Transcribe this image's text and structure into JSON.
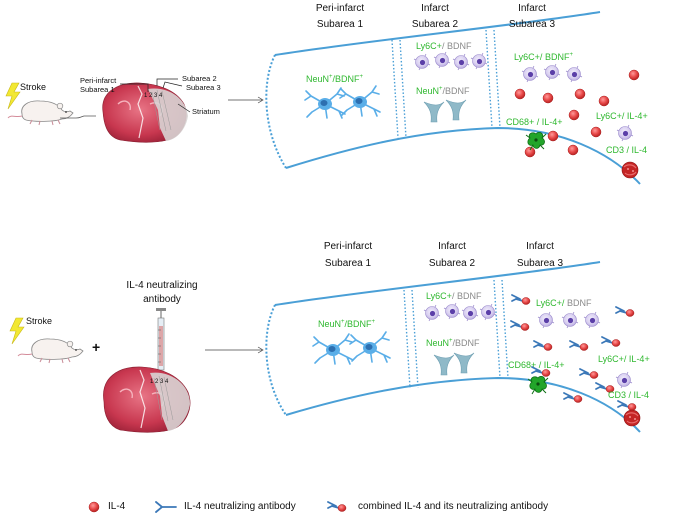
{
  "top": {
    "stroke_label": "Stroke",
    "brain_labels": {
      "peri_infarct": "Peri-infarct",
      "subarea1": "Subarea 1",
      "subarea2": "Subarea 2",
      "subarea3": "Subarea 3",
      "striatum": "Striatum",
      "numbers": "1 2 3 4"
    },
    "headers": [
      {
        "line1": "Peri-infarct",
        "line2": "Subarea 1"
      },
      {
        "line1": "Infarct",
        "line2": "Subarea 2"
      },
      {
        "line1": "Infarct",
        "line2": "Subarea 3"
      }
    ],
    "neun_main": "NeuN",
    "neun_sup": "+",
    "bdnf": "/BDNF",
    "bdnf_sup": "+",
    "ly6c_bdnf_a": "Ly6C+",
    "ly6c_bdnf_b": "/ BDNF",
    "neun_gray": "NeuN",
    "neun_gray_sup": "+",
    "neun_gray_b": "/BDNF",
    "ly6c_bdnf3_a": "Ly6C+/",
    "ly6c_bdnf3_b": "BDNF",
    "ly6c_bdnf3_sup": "+",
    "cd68_il4": "CD68+ / IL-4+",
    "ly6c_il4": "Ly6C+/ IL-4+",
    "cd3_il4": "CD3 / IL-4"
  },
  "bottom": {
    "stroke_label": "Stroke",
    "plus": "+",
    "antibody_line1": "IL-4 neutralizing",
    "antibody_line2": "antibody",
    "numbers": "1 2 3 4",
    "headers": [
      {
        "line1": "Peri-infarct",
        "line2": "Subarea 1"
      },
      {
        "line1": "Infarct",
        "line2": "Subarea 2"
      },
      {
        "line1": "Infarct",
        "line2": "Subarea 3"
      }
    ],
    "neun_main": "NeuN",
    "neun_sup": "+",
    "bdnf": "/BDNF",
    "bdnf_sup": "+",
    "ly6c_bdnf_a": "Ly6C+",
    "ly6c_bdnf_b": "/ BDNF",
    "neun_gray": "NeuN",
    "neun_gray_sup": "+",
    "neun_gray_b": "/BDNF",
    "ly6c_bdnf3_a": "Ly6C+/",
    "ly6c_bdnf3_b": "BDNF",
    "cd68_il4": "CD68+ / IL-4+",
    "ly6c_il4": "Ly6C+/ IL-4+",
    "cd3_il4": "CD3 / IL-4"
  },
  "legend": {
    "il4": "IL-4",
    "antibody": "IL-4 neutralizing antibody",
    "combined": "combined IL-4 and its neutralizing antibody"
  },
  "colors": {
    "panel_blue": "#4a9fd6",
    "green_text": "#2fb82f",
    "gray_text": "#8a8a8a",
    "il4_red": "#e04545",
    "neuron_blue": "#5aaee8",
    "ly6c_purple": "#8c6fc9",
    "brain_pink": "#c8374f"
  }
}
